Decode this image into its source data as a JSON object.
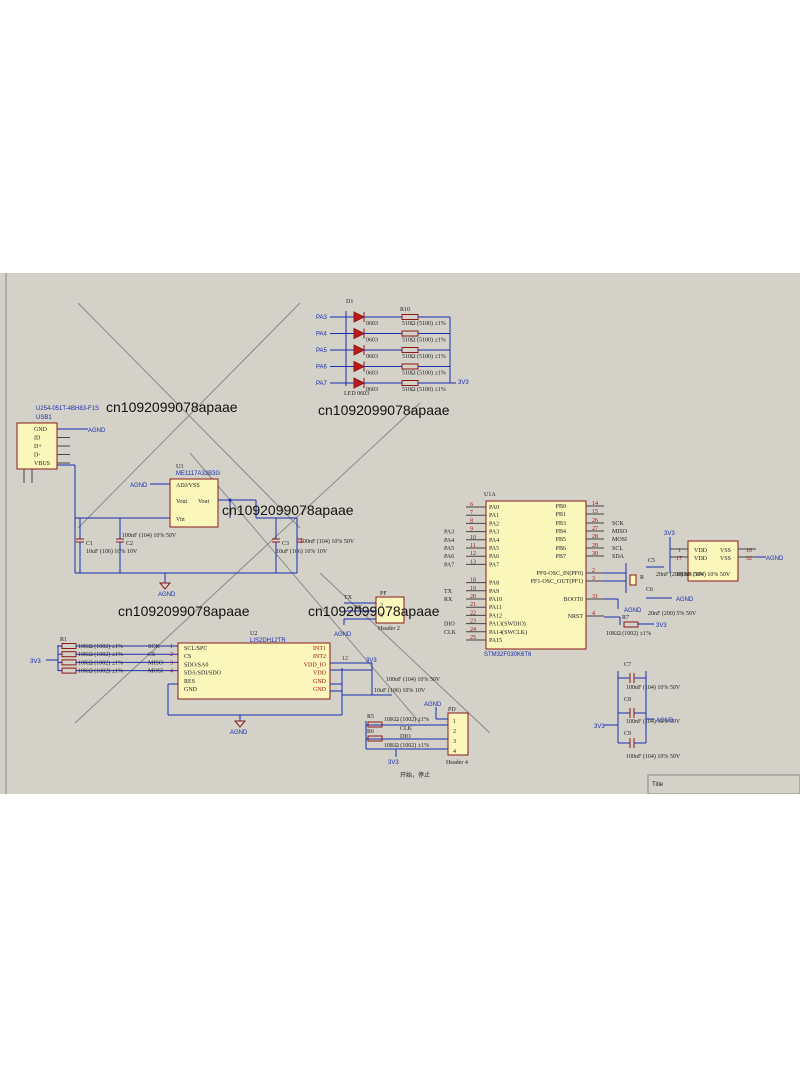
{
  "watermarks": [
    "cn1092099078apaae",
    "cn1092099078apaae",
    "cn1092099078apaae",
    "cn1092099078apaae",
    "cn1092099078apaae"
  ],
  "leds": {
    "ref": "D1",
    "rows": [
      {
        "net": "PA3",
        "r": "R10",
        "val": "510Ω (5100) ±1%",
        "pkg": "0603"
      },
      {
        "net": "PA4",
        "r": "",
        "val": "510Ω (5100) ±1%",
        "pkg": "0603"
      },
      {
        "net": "PA5",
        "r": "",
        "val": "510Ω (5100) ±1%",
        "pkg": "0603"
      },
      {
        "net": "PA6",
        "r": "",
        "val": "510Ω (5100) ±1%",
        "pkg": "0603"
      },
      {
        "net": "PA7",
        "r": "",
        "val": "510Ω (5100) ±1%",
        "pkg": "0603"
      }
    ],
    "supply": "3V3",
    "part": "LED 0603"
  },
  "usb": {
    "part": "U254-051T-4BH83-F1S",
    "ref": "USB1",
    "pins": [
      "GND",
      "ID",
      "D+",
      "D-",
      "VBUS"
    ],
    "gnd_net": "AGND"
  },
  "regulator": {
    "ref": "U3",
    "part": "ME1117A33B3G",
    "pins": [
      "ADJ/VSS",
      "Vout",
      "Vout",
      "Vin"
    ],
    "gnd_net": "AGND"
  },
  "caps_reg": [
    {
      "ref": "C1",
      "val": "10uF (106) 10% 10V"
    },
    {
      "ref": "C2",
      "val": "100nF (104) 10% 50V"
    },
    {
      "ref": "C3",
      "val": "10uF (106) 10% 10V"
    },
    {
      "ref": "C4",
      "val": "100nF (104) 10% 50V"
    }
  ],
  "mcu": {
    "ref": "U1A",
    "part": "STM32F030K6T6",
    "left_pins": [
      "PA0",
      "PA1",
      "PA2",
      "PA3",
      "PA4",
      "PA5",
      "PA6",
      "PA7",
      "PA8",
      "PA9",
      "PA10",
      "PA11",
      "PA12",
      "PA13(SWDIO)",
      "PA14(SWCLK)",
      "PA15"
    ],
    "left_nums": [
      "6",
      "7",
      "8",
      "9",
      "10",
      "11",
      "12",
      "13",
      "18",
      "19",
      "20",
      "21",
      "22",
      "23",
      "24",
      "25"
    ],
    "left_nets": [
      "",
      "",
      "",
      "PA3",
      "PA4",
      "PA5",
      "PA6",
      "PA7",
      "",
      "TX",
      "RX",
      "",
      "",
      "DIO",
      "CLK",
      ""
    ],
    "right_pins": [
      "PB0",
      "PB1",
      "PB3",
      "PB4",
      "PB5",
      "PB6",
      "PB7",
      "PF0-OSC_IN(PF0)",
      "PF1-OSC_OUT(PF1)",
      "BOOT0",
      "NRST"
    ],
    "right_nums": [
      "14",
      "15",
      "26",
      "27",
      "28",
      "29",
      "30",
      "2",
      "3",
      "31",
      "4"
    ],
    "right_nets": [
      "",
      "",
      "SCK",
      "MISO",
      "MOSI",
      "SCL",
      "SDA",
      "",
      "",
      "",
      ""
    ]
  },
  "power_box": {
    "pins_left": [
      "VDD",
      "VDD"
    ],
    "pins_right": [
      "VSS",
      "VSS"
    ],
    "nums_left": [
      "1",
      "17"
    ],
    "nums_right": [
      "16",
      "32"
    ],
    "supply": "3V3",
    "gnd_net": "AGND",
    "cap": "100nF (104) 10% 50V"
  },
  "crystal": {
    "c5": "C5",
    "c6": "C6",
    "cval": "20nF (200) 5% 50V",
    "r": "R",
    "r7": "R7",
    "r7val": "10KΩ (1002) ±1%",
    "gnd_net": "AGND",
    "supply": "3V3"
  },
  "accel": {
    "ref": "U2",
    "part": "LIS2DH12TR",
    "left_pins": [
      "SCL/SPC",
      "CS",
      "SDO/SA0",
      "SDA/SDI/SDO",
      "RES",
      "GND"
    ],
    "right_pins": [
      "INT1",
      "INT2",
      "VDD_IO",
      "VDD",
      "GND",
      "GND"
    ],
    "nets": [
      "SCK",
      "CS",
      "MISO",
      "MOSI"
    ],
    "pin_nums": [
      "1",
      "2",
      "3",
      "4"
    ],
    "resistors": [
      "10KΩ (1002) ±1%",
      "10KΩ (1002) ±1%",
      "10KΩ (1002) ±1%",
      "10KΩ (1002) ±1%"
    ],
    "r_ref": "R1",
    "supply": "3V3",
    "gnd_net": "AGND",
    "caps": [
      "100nF (104) 10% 50V",
      "10uF (106) 10% 10V"
    ],
    "vnum": "12"
  },
  "header2": {
    "ref": "PF",
    "label": "Header 2",
    "nets": [
      "TX",
      "RX"
    ],
    "pins": [
      "2",
      "3"
    ],
    "gnd_net": "AGND"
  },
  "header4": {
    "ref": "PD",
    "label": "Header 4",
    "pins": [
      "1",
      "2",
      "3",
      "4"
    ],
    "nets": [
      "CLK",
      "DIO"
    ],
    "r5": "R5",
    "r6": "R6",
    "rval": "10KΩ (1002) ±1%",
    "gnd_net": "AGND",
    "supply": "3V3",
    "note": "开始，停止"
  },
  "decoupling": {
    "refs": [
      "C7",
      "C8",
      "C9"
    ],
    "val": "100nF (104) 10% 50V",
    "supply": "3V3",
    "gnd_net": "AGND"
  },
  "title_block": {
    "label": "Title"
  }
}
